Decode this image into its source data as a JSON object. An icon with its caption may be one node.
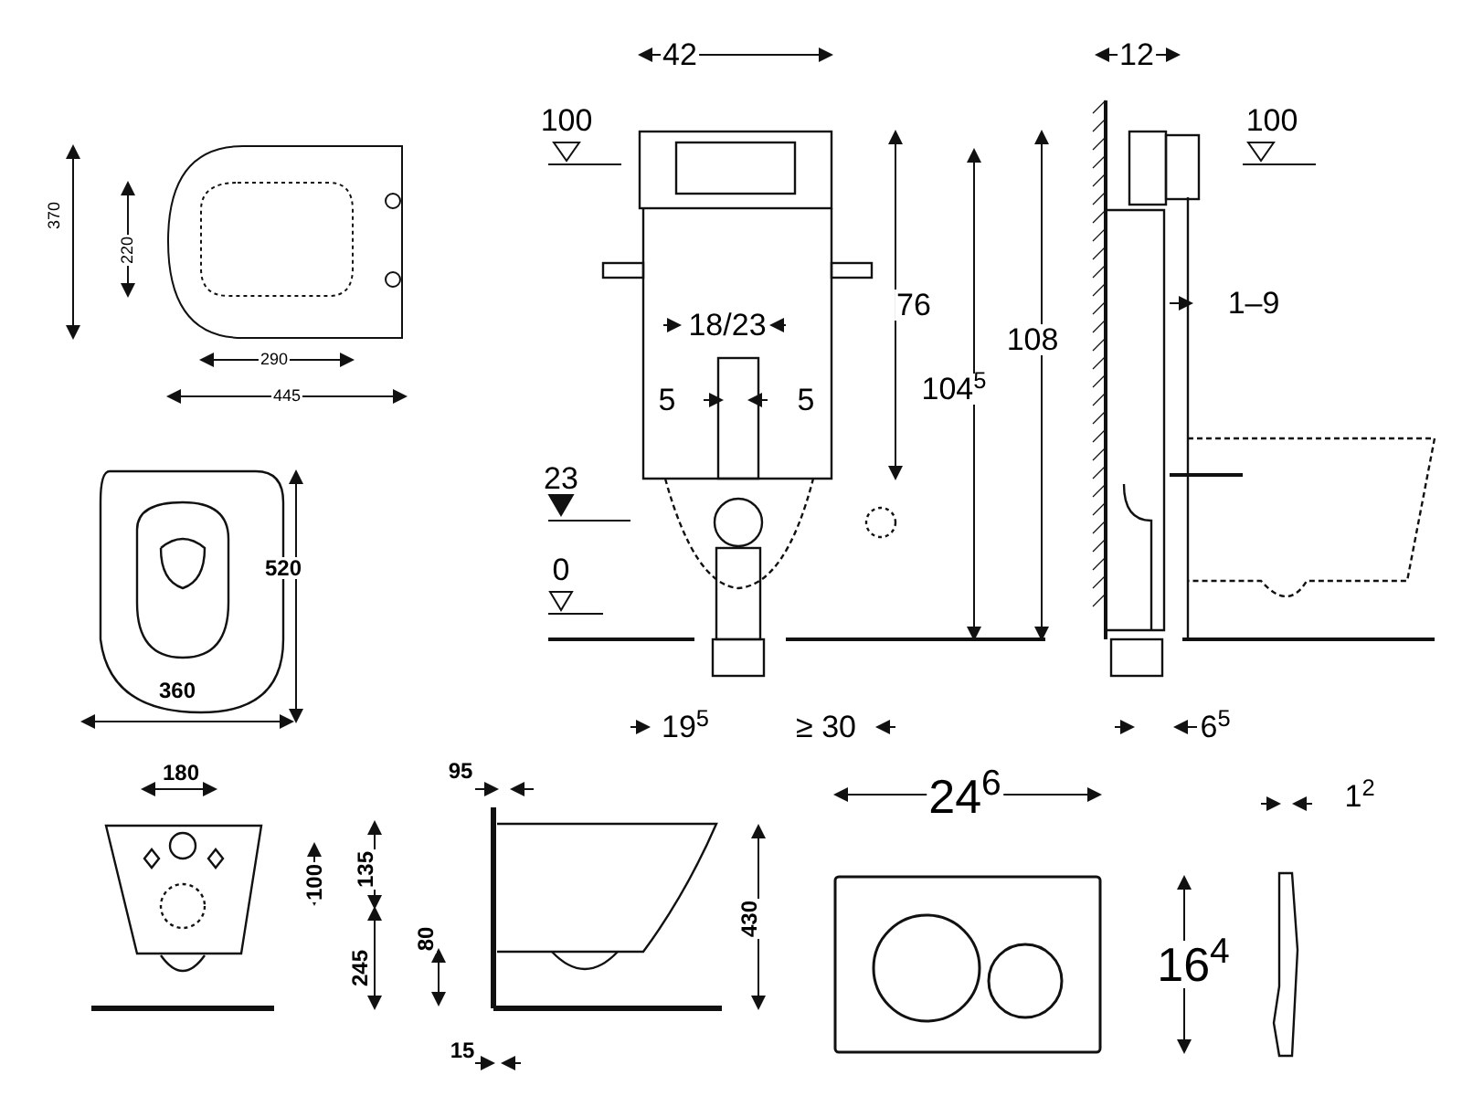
{
  "diagram": {
    "labels": [
      "42",
      "12",
      "100",
      "100",
      "370",
      "220",
      "290",
      "445",
      "76",
      "108",
      "104$^{5}$",
      "18/23",
      "5",
      "5",
      "1–9",
      "23",
      "520",
      "0",
      "360",
      "19$^{5}$",
      "≥ 30",
      "6$^{5}$",
      "180",
      "95",
      "24$^{6}$",
      "1$^{2}$",
      "100",
      "135",
      "430",
      "16$^{4}$",
      "80",
      "245",
      "15"
    ]
  }
}
